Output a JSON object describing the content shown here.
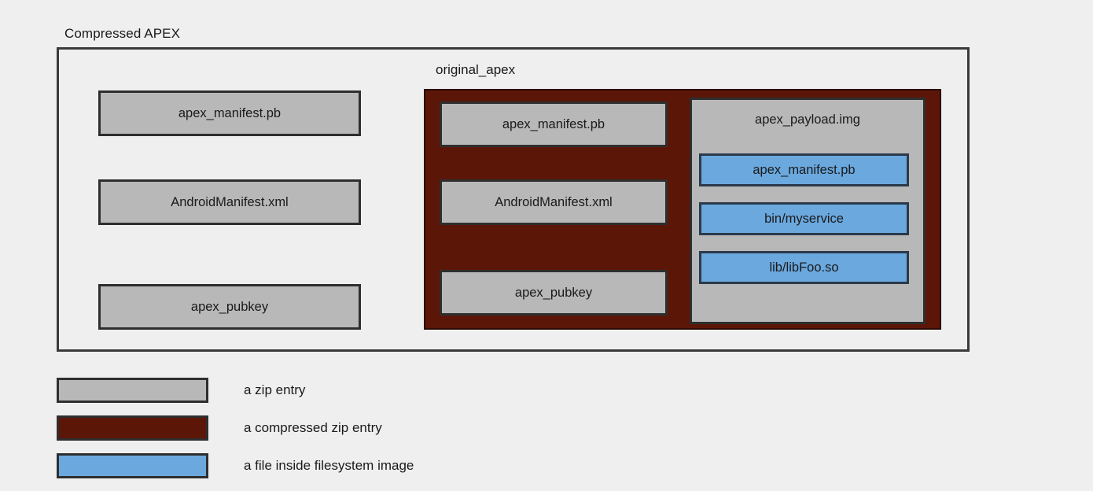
{
  "diagram": {
    "title": "Compressed APEX",
    "outer_container": {
      "label": "Compressed APEX",
      "entries": [
        {
          "name": "apex_manifest.pb",
          "kind": "zip-entry"
        },
        {
          "name": "AndroidManifest.xml",
          "kind": "zip-entry"
        },
        {
          "name": "apex_pubkey",
          "kind": "zip-entry"
        }
      ]
    },
    "compressed_entry": {
      "label": "original_apex",
      "kind": "compressed-zip-entry",
      "entries": [
        {
          "name": "apex_manifest.pb",
          "kind": "zip-entry"
        },
        {
          "name": "AndroidManifest.xml",
          "kind": "zip-entry"
        },
        {
          "name": "apex_pubkey",
          "kind": "zip-entry"
        }
      ],
      "payload": {
        "name": "apex_payload.img",
        "kind": "zip-entry",
        "files": [
          {
            "name": "apex_manifest.pb",
            "kind": "filesystem-file"
          },
          {
            "name": "bin/myservice",
            "kind": "filesystem-file"
          },
          {
            "name": "lib/libFoo.so",
            "kind": "filesystem-file"
          }
        ]
      }
    }
  },
  "legend": {
    "items": [
      {
        "label": "a zip entry",
        "color": "#b8b8b8"
      },
      {
        "label": "a compressed zip entry",
        "color": "#5c1608"
      },
      {
        "label": "a file inside filesystem image",
        "color": "#6aa8de"
      }
    ]
  },
  "colors": {
    "background": "#efefef",
    "zip_entry": "#b8b8b8",
    "compressed_zip_entry": "#5c1608",
    "filesystem_file": "#6aa8de",
    "border": "#2e2e2e"
  }
}
